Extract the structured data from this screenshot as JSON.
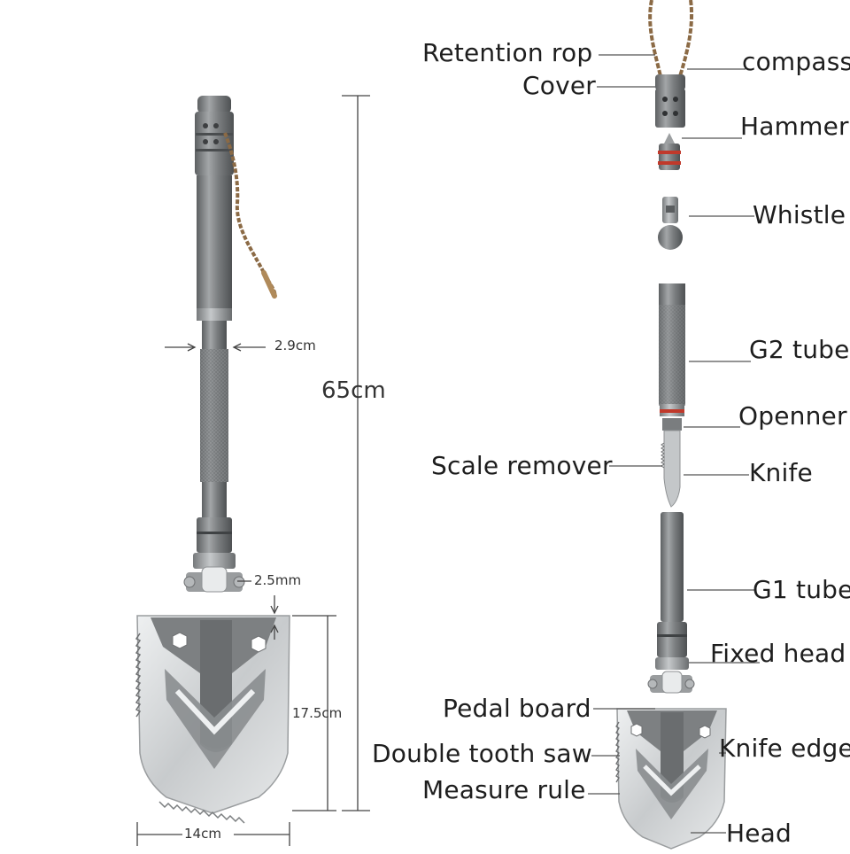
{
  "dimensions": {
    "total_length": "65cm",
    "handle_diameter": "2.9cm",
    "blade_thickness": "2.5mm",
    "blade_height": "17.5cm",
    "blade_width": "14cm"
  },
  "parts": {
    "retention_rope": "Retention rop",
    "cover": "Cover",
    "compass": "compass",
    "hammer": "Hammer",
    "whistle": "Whistle",
    "g2_tube": "G2 tube",
    "openner": "Openner",
    "scale_remover": "Scale remover",
    "knife": "Knife",
    "g1_tube": "G1 tube",
    "fixed_head": "Fixed head",
    "pedal_board": "Pedal board",
    "knife_edge": "Knife edge",
    "double_tooth_saw": "Double tooth saw",
    "measure_rule": "Measure rule",
    "head": "Head"
  },
  "colors": {
    "metal_dark": "#6e7072",
    "metal_mid": "#8f9294",
    "metal_light": "#c9ccce",
    "blade": "#d6d8da",
    "accent_red": "#c0392b",
    "rope": "#8b6a45"
  }
}
